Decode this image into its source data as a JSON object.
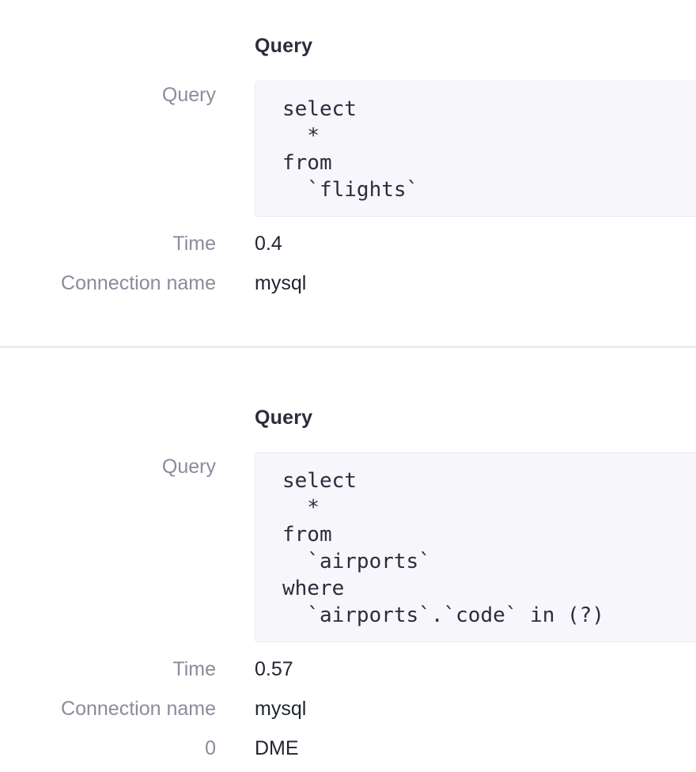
{
  "entries": [
    {
      "title": "Query",
      "query_label": "Query",
      "query_sql": "select\n  *\nfrom\n  `flights`",
      "time_label": "Time",
      "time_value": "0.4",
      "connection_label": "Connection name",
      "connection_value": "mysql"
    },
    {
      "title": "Query",
      "query_label": "Query",
      "query_sql": "select\n  *\nfrom\n  `airports`\nwhere\n  `airports`.`code` in (?)",
      "time_label": "Time",
      "time_value": "0.57",
      "connection_label": "Connection name",
      "connection_value": "mysql",
      "binding_label": "0",
      "binding_value": "DME"
    }
  ]
}
